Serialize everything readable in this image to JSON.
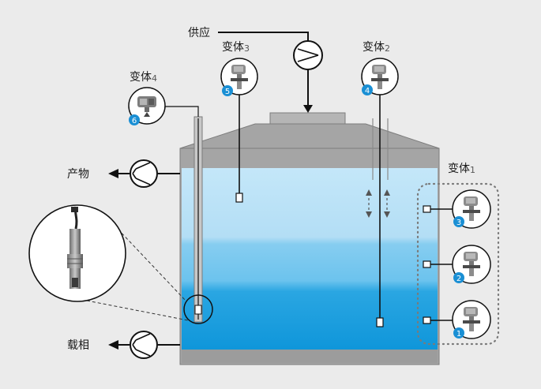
{
  "labels": {
    "supply": "供应",
    "product": "产物",
    "carrier": "载相",
    "variant_1": "变体",
    "variant_1_num": "1",
    "variant_2": "变体",
    "variant_2_num": "2",
    "variant_3": "变体",
    "variant_3_num": "3",
    "variant_4": "变体",
    "variant_4_num": "4"
  },
  "badges": {
    "b1": "1",
    "b2": "2",
    "b3": "3",
    "b4": "4",
    "b5": "5",
    "b6": "6"
  },
  "colors": {
    "background": "#ebebeb",
    "tank_metal": "#a8a8a8",
    "liquid_light": "#bde3f7",
    "liquid_mid": "#78c9ef",
    "liquid_dark": "#149bdc",
    "badge": "#1a8fd4"
  }
}
